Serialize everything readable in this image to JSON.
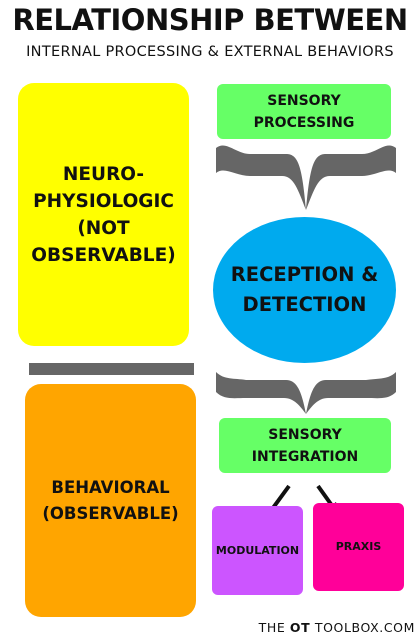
{
  "header": {
    "title": "RELATIONSHIP BETWEEN",
    "subtitle": "INTERNAL PROCESSING & EXTERNAL BEHAVIORS"
  },
  "left_column": {
    "neuro_label": "NEURO-\nPHYSIOLOGIC\n(NOT\nOBSERVABLE)",
    "behavioral_label": "BEHAVIORAL\n(OBSERVABLE)"
  },
  "right_column": {
    "sensory_processing_label": "SENSORY\nPROCESSING",
    "reception_label": "RECEPTION &\nDETECTION",
    "sensory_integration_label": "SENSORY\nINTEGRATION",
    "modulation_label": "MODULATION",
    "praxis_label": "PRAXIS"
  },
  "footer": {
    "prefix": "THE ",
    "brand": "OT",
    "suffix": " TOOLBOX.COM"
  },
  "colors": {
    "yellow": "#ffff00",
    "orange": "#ffa500",
    "light_green": "#66ff66",
    "blue": "#00aaee",
    "purple": "#cc55ff",
    "magenta": "#ff0099",
    "gray": "#666666"
  }
}
